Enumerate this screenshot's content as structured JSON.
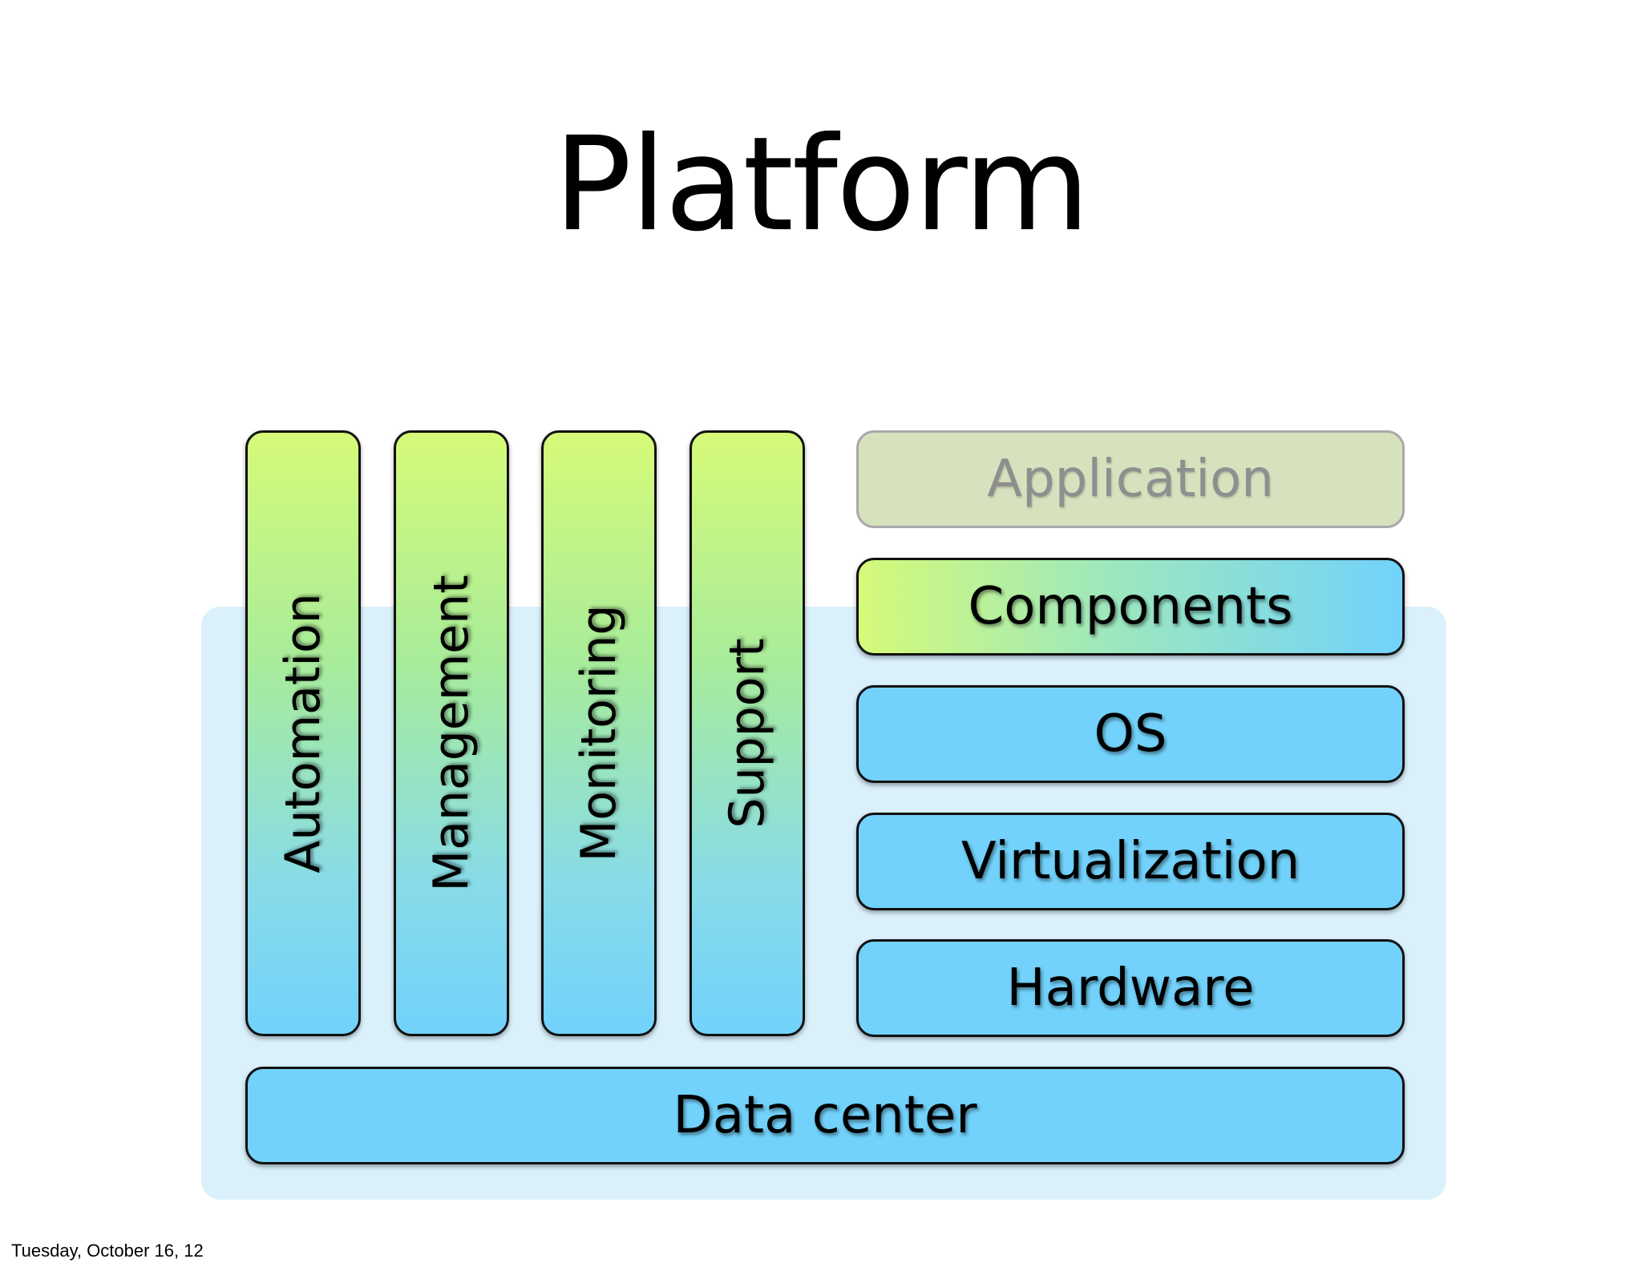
{
  "title": "Platform",
  "columns": [
    {
      "label": "Automation"
    },
    {
      "label": "Management"
    },
    {
      "label": "Monitoring"
    },
    {
      "label": "Support"
    }
  ],
  "stack": [
    {
      "label": "Application"
    },
    {
      "label": "Components"
    },
    {
      "label": "OS"
    },
    {
      "label": "Virtualization"
    },
    {
      "label": "Hardware"
    }
  ],
  "base": {
    "label": "Data center"
  },
  "footer": {
    "date": "Tuesday, October 16, 12"
  },
  "colors": {
    "layer_blue": "#72d2fb",
    "lime": "#d6fa78",
    "backdrop": "#daf1fc",
    "application_fill": "#d6e2bd"
  }
}
